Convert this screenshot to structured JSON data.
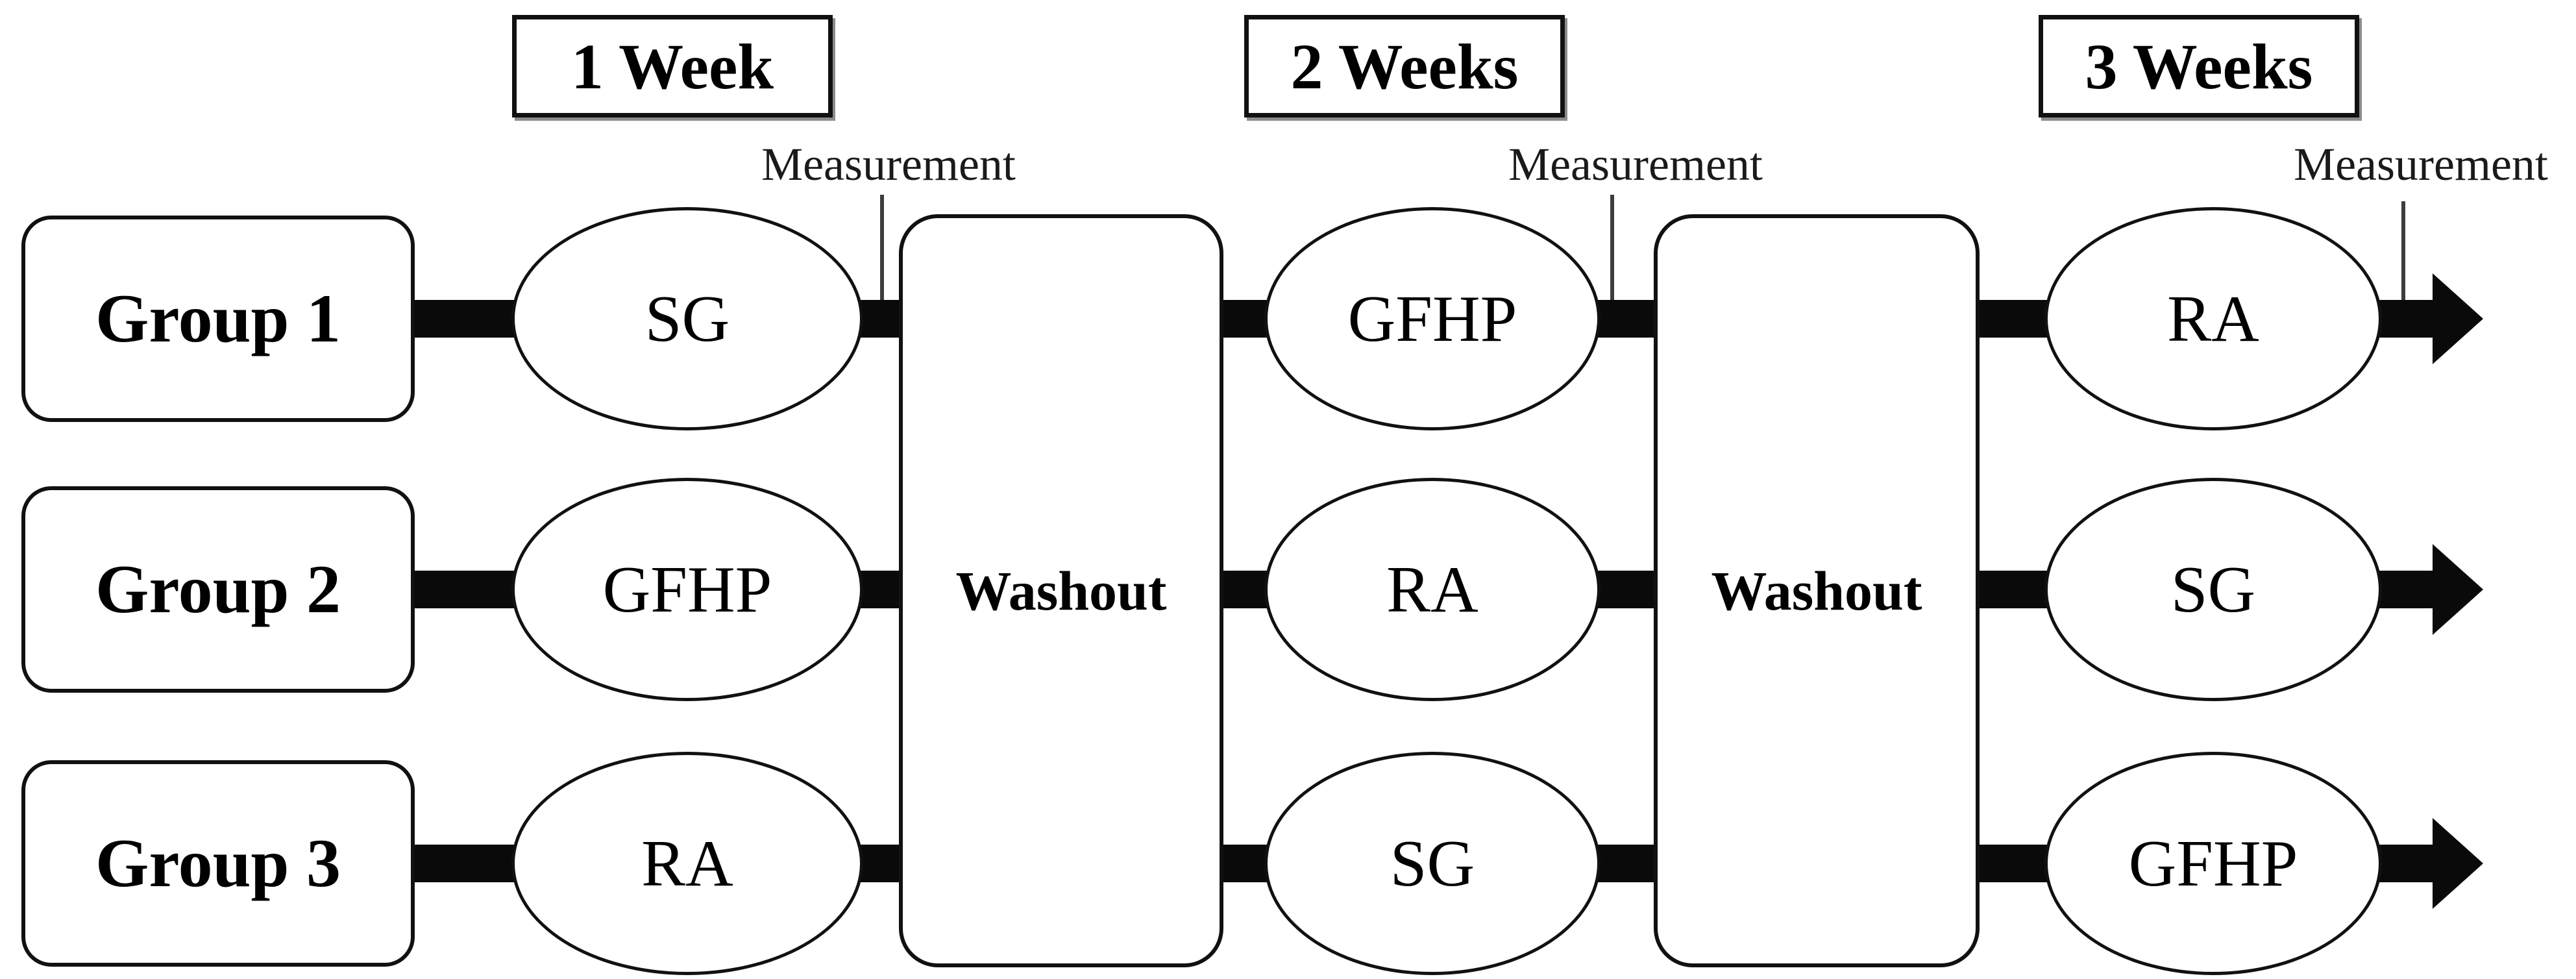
{
  "figure": {
    "periods": [
      {
        "label": "1 Week"
      },
      {
        "label": "2 Weeks"
      },
      {
        "label": "3 Weeks"
      }
    ],
    "measurements": [
      "Measurement",
      "Measurement",
      "Measurement"
    ],
    "washouts": [
      "Washout",
      "Washout"
    ],
    "groups": [
      {
        "label": "Group 1",
        "treatments": [
          "SG",
          "GFHP",
          "RA"
        ]
      },
      {
        "label": "Group 2",
        "treatments": [
          "GFHP",
          "RA",
          "SG"
        ]
      },
      {
        "label": "Group 3",
        "treatments": [
          "RA",
          "SG",
          "GFHP"
        ]
      }
    ],
    "colors": {
      "ink": "#111111",
      "bar": "#0a0a0a",
      "background": "#ffffff",
      "measurement_line": "#3d3d3d"
    }
  }
}
